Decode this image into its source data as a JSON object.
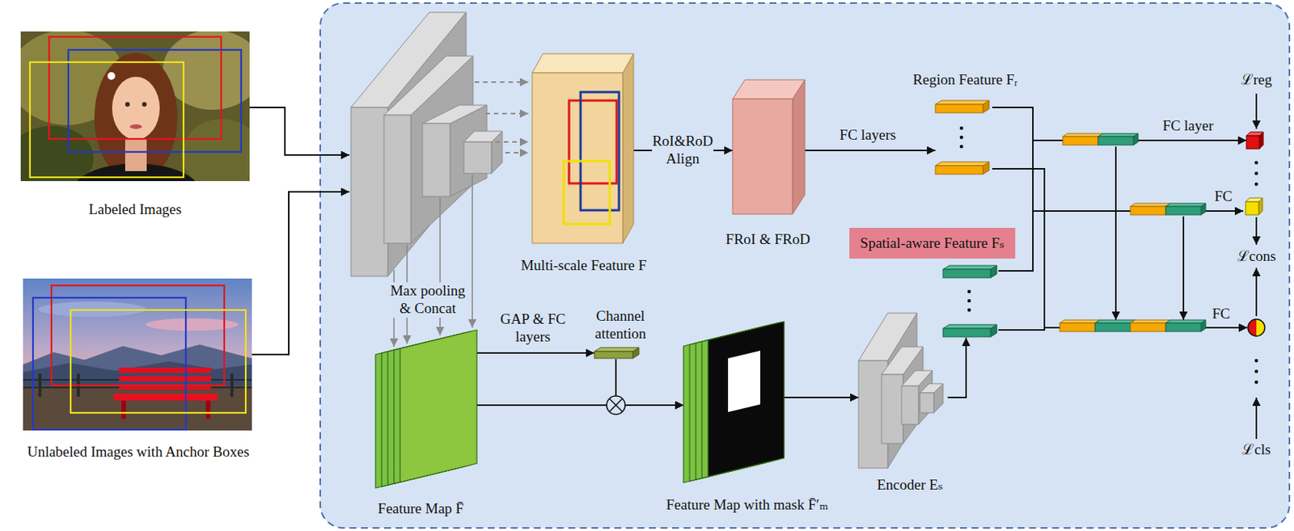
{
  "diagram": {
    "nodes": [
      {
        "text": [
          "Labeled Images"
        ]
      },
      {
        "text": [
          "Unlabeled Images with Anchor Boxes"
        ]
      },
      {
        "text": [
          "Multi-scale Feature F"
        ]
      },
      {
        "text": [
          "FRoI & FRoD"
        ]
      },
      {
        "text": [
          "Region Feature Fᵣ"
        ]
      },
      {
        "text": [
          "Feature Map F̄"
        ]
      },
      {
        "text": [
          "Channel attention"
        ]
      },
      {
        "text": [
          "Feature Map with mask F̄′ₘ"
        ]
      },
      {
        "text": [
          "Encoder Eₛ"
        ]
      },
      {
        "text": [
          "Spatial-aware Feature Fₛ"
        ]
      },
      {
        "text": [
          "ℒreg"
        ]
      },
      {
        "text": [
          "ℒcls"
        ]
      }
    ],
    "edges": [
      {
        "from": 2,
        "to": 3,
        "arrow": "to",
        "label": "RoI&RoD Align"
      },
      {
        "from": 3,
        "to": 4,
        "arrow": "to",
        "label": "FC layers"
      },
      {
        "from": 5,
        "to": 6,
        "arrow": "to",
        "label": "GAP & FC layers"
      },
      {
        "from": 6,
        "to": 7,
        "arrow": "to"
      },
      {
        "from": 5,
        "to": 7,
        "arrow": "to"
      },
      {
        "from": 7,
        "to": 8,
        "arrow": "to"
      },
      {
        "from": 8,
        "to": 9,
        "arrow": "to"
      },
      {
        "from": 4,
        "to": 10,
        "arrow": "to",
        "label": "FC layer"
      },
      {
        "from": 9,
        "to": 10,
        "arrow": "to"
      },
      {
        "from": 4,
        "to": 11,
        "arrow": "to",
        "label": "FC"
      },
      {
        "from": 9,
        "to": 11,
        "arrow": "to"
      }
    ],
    "labels": [
      "Max pooling & Concat",
      "FC",
      "ℒcons"
    ]
  }
}
